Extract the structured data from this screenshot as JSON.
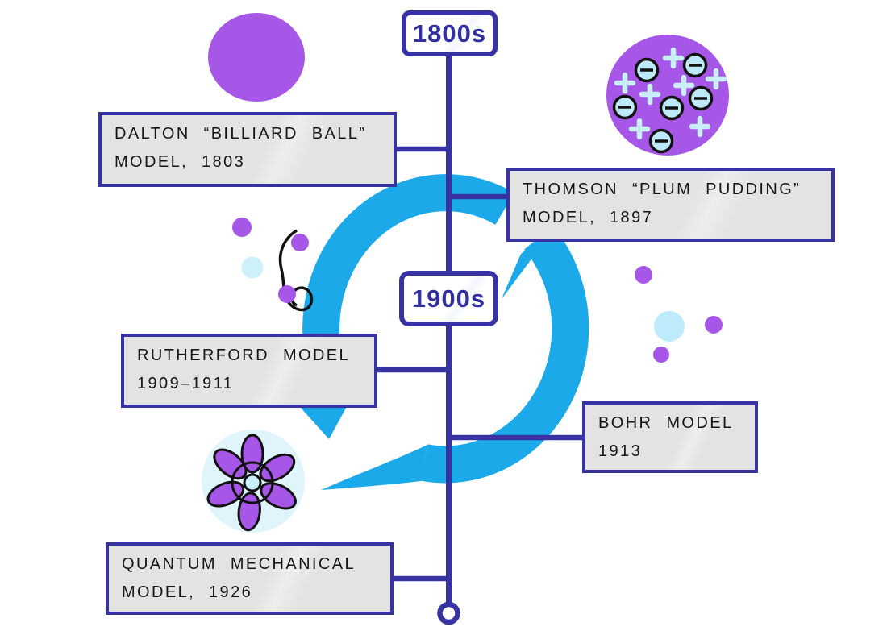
{
  "diagram": {
    "kind": "atomic-models-history-timeline",
    "colors": {
      "indigo_line": "#3733A2",
      "cycle_arrow_blue": "#1CA9E9",
      "purple": "#A657E8",
      "pale_cyan": "#C3EBF9",
      "lighter_cyan": "#DFF4FB",
      "label_box_fill": "#E3E3E3",
      "text_black": "#161616"
    },
    "era_markers": [
      {
        "label": "1800s"
      },
      {
        "label": "1900s"
      }
    ],
    "model_labels": [
      {
        "id": "dalton",
        "line1": "DALTON “BILLIARD BALL”",
        "line2": "MODEL, 1803"
      },
      {
        "id": "thomson",
        "line1": "THOMSON “PLUM PUDDING”",
        "line2": "MODEL, 1897"
      },
      {
        "id": "rutherford",
        "line1": "RUTHERFORD MODEL",
        "line2": "1909–1911"
      },
      {
        "id": "bohr",
        "line1": "BOHR MODEL",
        "line2": "1913"
      },
      {
        "id": "quantum",
        "line1": "QUANTUM MECHANICAL",
        "line2": "MODEL, 1926"
      }
    ],
    "illustrations": [
      {
        "name": "dalton-solid-sphere-icon"
      },
      {
        "name": "thomson-plum-pudding-icon",
        "plus_symbol": "+",
        "minus_symbol": "−",
        "positive_charge_count": 7,
        "electron_count": 6
      },
      {
        "name": "rutherford-alpha-scattering-icon"
      },
      {
        "name": "bohr-nucleus-electrons-icon"
      },
      {
        "name": "quantum-orbital-flower-icon"
      }
    ],
    "cycle_arrows": {
      "name": "counterclockwise-cycle-arrows"
    }
  }
}
